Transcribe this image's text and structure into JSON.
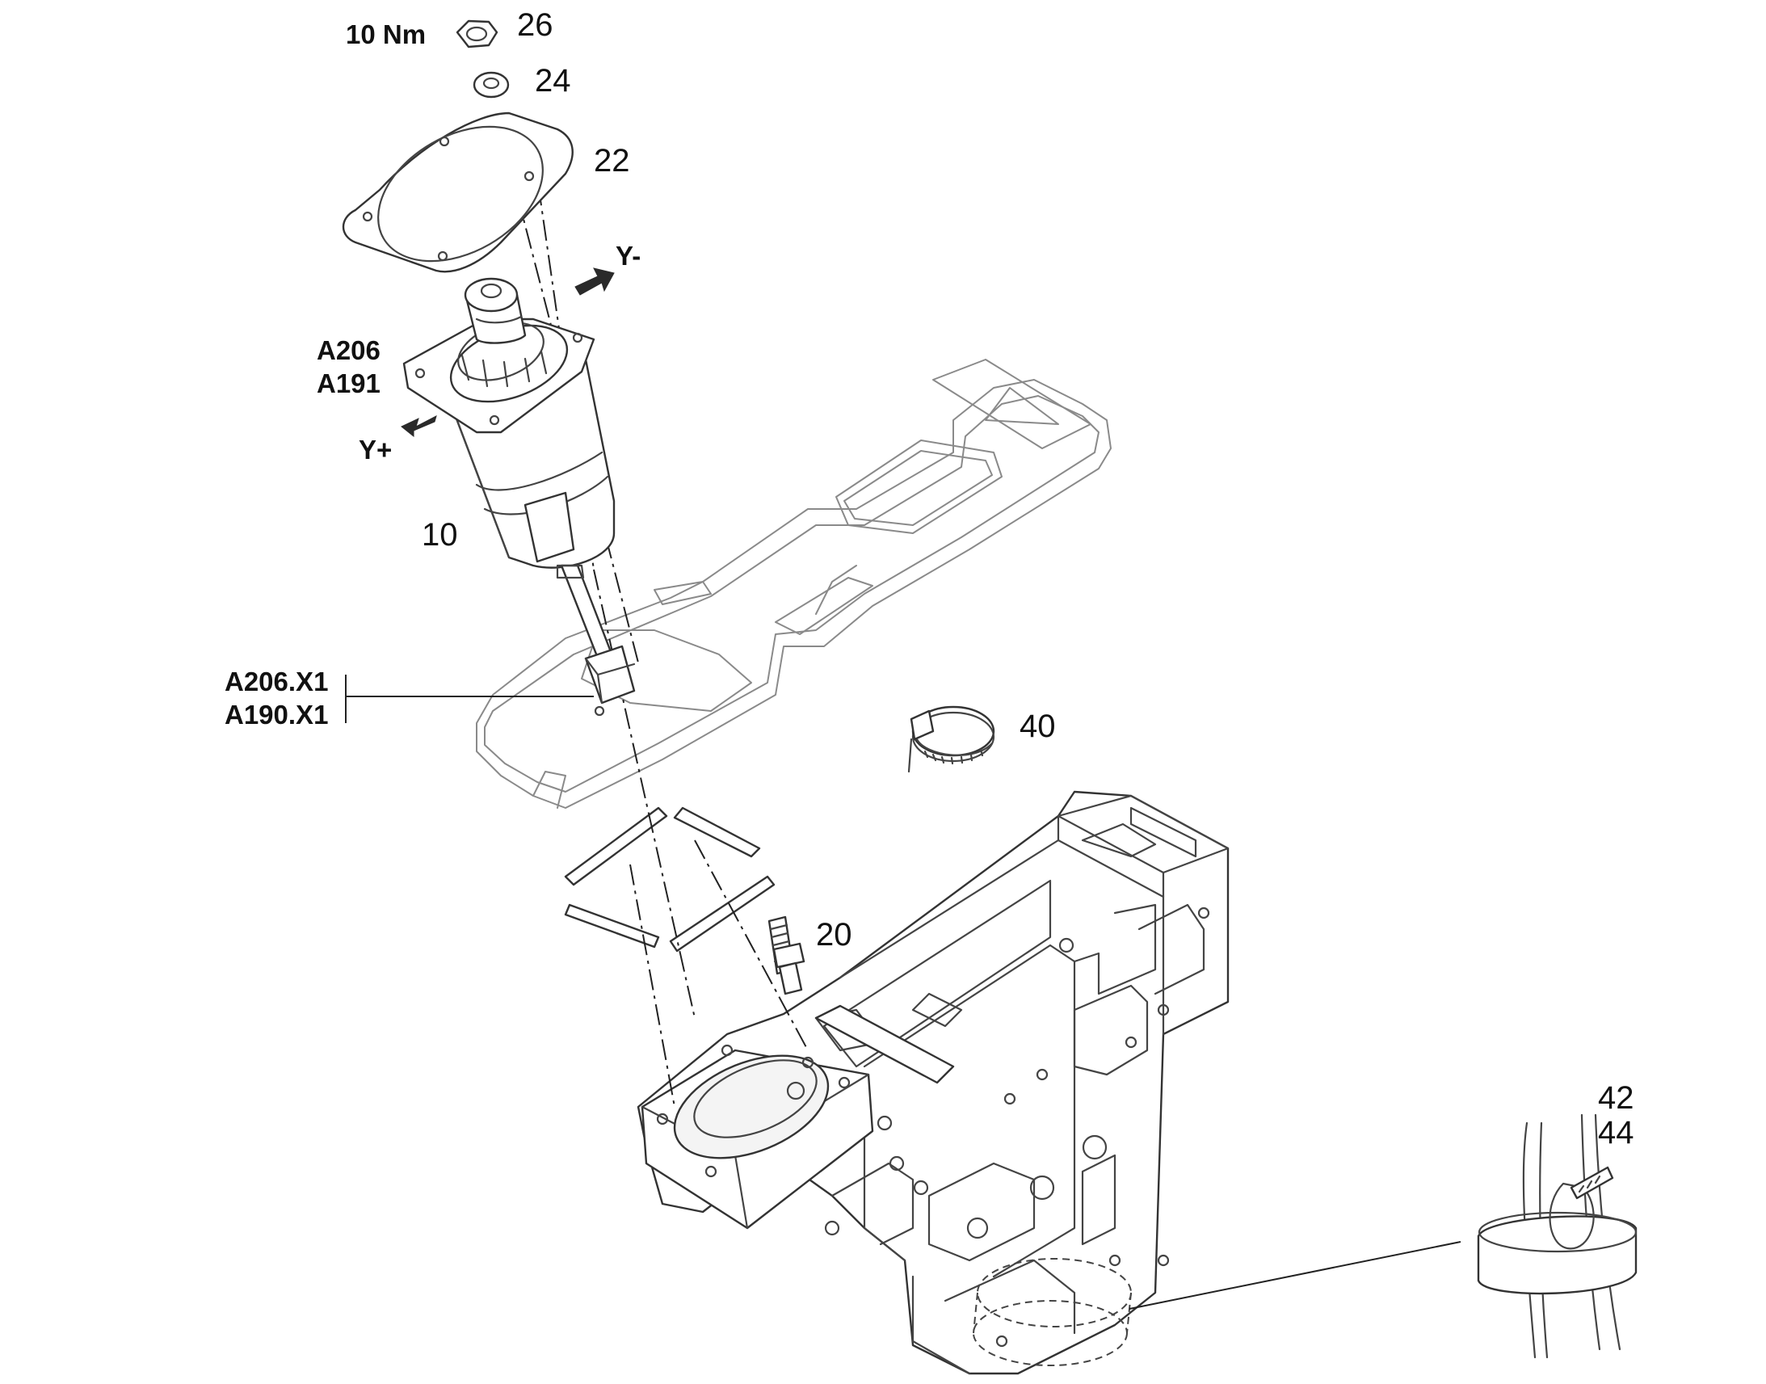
{
  "callouts": {
    "c26": "26",
    "c24": "24",
    "c22": "22",
    "c10": "10",
    "c40": "40",
    "c20": "20",
    "c42": "42",
    "c44": "44"
  },
  "annotations": {
    "torque": "10 Nm",
    "y_minus": "Y-",
    "y_plus": "Y+",
    "a206": "A206",
    "a191": "A191",
    "conn1": "A206.X1",
    "conn2": "A190.X1"
  }
}
